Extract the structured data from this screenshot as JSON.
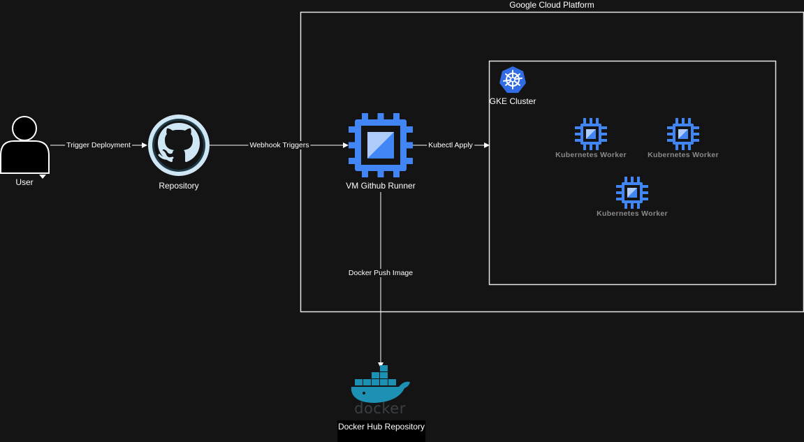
{
  "groups": {
    "gcp": "Google Cloud Platform",
    "gke": "GKE Cluster"
  },
  "nodes": {
    "user": "User",
    "repository": "Repository",
    "runner": "VM Github Runner",
    "docker_hub": "Docker Hub Repository",
    "docker_logo_text": "docker",
    "workers": [
      "Kubernetes Worker",
      "Kubernetes Worker",
      "Kubernetes Worker"
    ]
  },
  "edges": {
    "trigger": "Trigger Deployment",
    "webhook": "Webhook Triggers",
    "kubectl": "Kubectl Apply",
    "docker_push": "Docker Push Image"
  },
  "colors": {
    "background": "#141414",
    "github_ring": "#cfe6f4",
    "gcp_chip": "#4285f4",
    "chip_inner": "#aecbfa",
    "k8s_blue": "#326ce5",
    "docker_blue": "#1d91b4"
  },
  "icons": {
    "user": "person-icon",
    "repository": "github-icon",
    "runner": "compute-engine-icon",
    "gke": "kubernetes-icon",
    "worker": "compute-engine-icon",
    "docker": "docker-whale-icon"
  }
}
